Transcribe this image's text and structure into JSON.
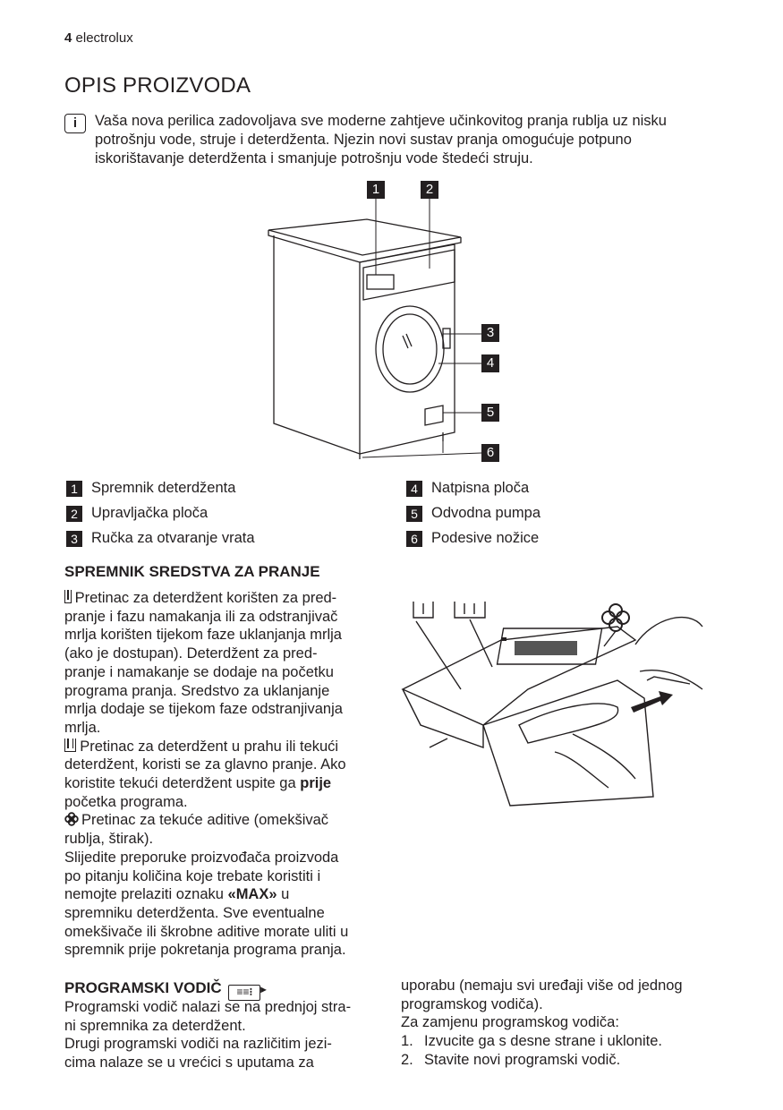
{
  "header": {
    "page_number": "4",
    "brand": "electrolux"
  },
  "title": "OPIS PROIZVODA",
  "intro_icon": "info-icon",
  "intro_lines": [
    "Vaša nova perilica zadovoljava sve moderne zahtjeve učinkovitog pranja rublja uz nisku",
    "potrošnju vode, struje i deterdženta. Njezin novi sustav pranja omogućuje potpuno",
    "iskorištavanje deterdženta i smanjuje potrošnju vode štedeći struju."
  ],
  "callouts": [
    "1",
    "2",
    "3",
    "4",
    "5",
    "6"
  ],
  "legend": [
    {
      "num": "1",
      "label": "Spremnik deterdženta"
    },
    {
      "num": "2",
      "label": "Upravljačka ploča"
    },
    {
      "num": "3",
      "label": "Ručka za otvaranje vrata"
    },
    {
      "num": "4",
      "label": "Natpisna ploča"
    },
    {
      "num": "5",
      "label": "Odvodna pumpa"
    },
    {
      "num": "6",
      "label": "Podesive nožice"
    }
  ],
  "dispenser": {
    "heading": "SPREMNIK SREDSTVA ZA PRANJE",
    "lines": [
      "Pretinac za deterdžent korišten za pred-",
      "pranje i fazu namakanja ili za odstranjivač",
      "mrlja korišten tijekom faze uklanjanja mrlja",
      "(ako je dostupan). Deterdžent za pred-",
      "pranje i namakanje se dodaje na početku",
      "programa pranja. Sredstvo za uklanjanje",
      "mrlja dodaje se tijekom faze odstranjivanja",
      "mrlja.",
      "Pretinac za deterdžent u prahu ili tekući",
      "deterdžent, koristi se za glavno pranje. Ako",
      "koristite tekući deterdžent uspite ga ",
      "prije",
      "početka programa.",
      "Pretinac za tekuće aditive (omekšivač",
      "rublja, štirak).",
      "Slijedite preporuke proizvođača proizvoda",
      "po pitanju količina koje trebate koristiti i",
      "nemojte prelaziti oznaku ",
      "«MAX»",
      " u",
      "spremniku deterdženta. Sve eventualne",
      "omekšivače ili škrobne aditive morate uliti u",
      "spremnik prije pokretanja programa pranja."
    ]
  },
  "guide": {
    "heading": "PROGRAMSKI VODIČ",
    "left_lines": [
      "Programski vodič nalazi se na prednjoj stra-",
      "ni spremnika za deterdžent.",
      "Drugi programski vodiči na različitim jezi-",
      "cima nalaze se u vrećici s uputama za"
    ],
    "right_lines": [
      "uporabu (nemaju svi uređaji više od jednog",
      "programskog vodiča).",
      "Za zamjenu programskog vodiča:"
    ],
    "steps": [
      {
        "num": "1.",
        "text": "Izvucite ga s desne strane i uklonite."
      },
      {
        "num": "2.",
        "text": "Stavite novi programski vodič."
      }
    ]
  }
}
